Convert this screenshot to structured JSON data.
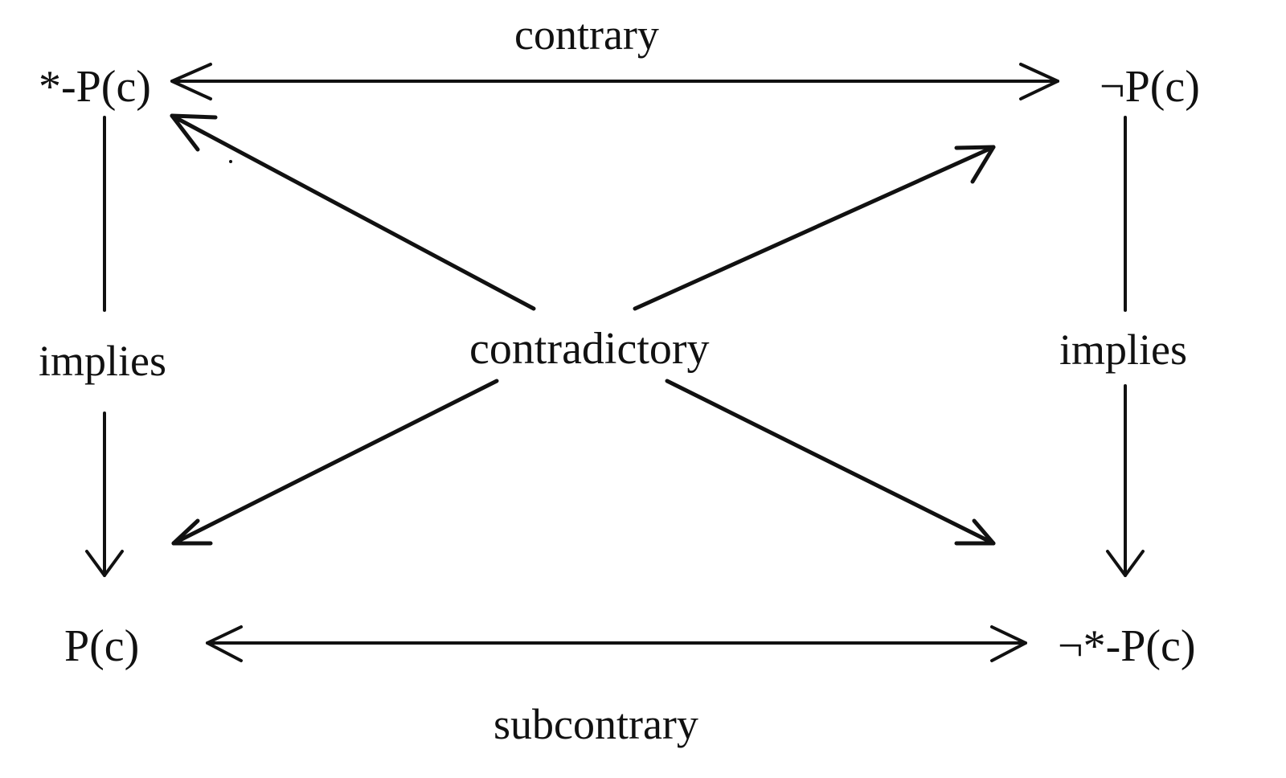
{
  "diagram": {
    "type": "square-of-opposition",
    "nodes": {
      "top_left": "*-P(c)",
      "top_right": "¬P(c)",
      "bottom_left": "P(c)",
      "bottom_right": "¬*-P(c)"
    },
    "relations": {
      "top": "contrary",
      "bottom": "subcontrary",
      "diagonals": "contradictory",
      "left_side": "implies",
      "right_side": "implies"
    },
    "edges": [
      {
        "from": "top_left",
        "to": "top_right",
        "relation": "contrary",
        "direction": "bidirectional"
      },
      {
        "from": "bottom_left",
        "to": "bottom_right",
        "relation": "subcontrary",
        "direction": "bidirectional"
      },
      {
        "from": "top_left",
        "to": "bottom_left",
        "relation": "implies",
        "direction": "forward"
      },
      {
        "from": "top_right",
        "to": "bottom_right",
        "relation": "implies",
        "direction": "forward"
      },
      {
        "from": "center",
        "to": "top_left",
        "relation": "contradictory",
        "direction": "forward"
      },
      {
        "from": "center",
        "to": "top_right",
        "relation": "contradictory",
        "direction": "forward"
      },
      {
        "from": "center",
        "to": "bottom_left",
        "relation": "contradictory",
        "direction": "forward"
      },
      {
        "from": "center",
        "to": "bottom_right",
        "relation": "contradictory",
        "direction": "forward"
      }
    ],
    "colors": {
      "ink": "#111111",
      "background": "#ffffff"
    }
  }
}
